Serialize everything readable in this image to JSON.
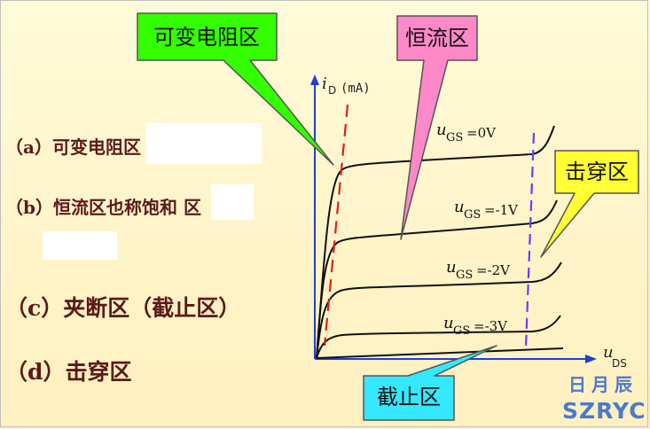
{
  "list": {
    "a": "（a）可变电阻区",
    "b": "（b）恒流区也称饱和 区",
    "c": "（c）夹断区（截止区）",
    "d": "（d）击穿区"
  },
  "callouts": {
    "variable_resistance": "可变电阻区",
    "constant_current": "恒流区",
    "breakdown": "击穿区",
    "cutoff": "截止区"
  },
  "axes": {
    "y_label": "i",
    "y_sub": "D",
    "y_unit": "(mA)",
    "x_label": "u",
    "x_sub": "DS"
  },
  "curves": [
    {
      "label": "u",
      "sub": "GS",
      "value": "=0V"
    },
    {
      "label": "u",
      "sub": "GS",
      "value": "=-1V"
    },
    {
      "label": "u",
      "sub": "GS",
      "value": "=-2V"
    },
    {
      "label": "u",
      "sub": "GS",
      "value": "=-3V"
    }
  ],
  "watermark": {
    "cn": "日月辰",
    "en": "SZRYC"
  },
  "colors": {
    "green": "#33ff00",
    "pink": "#ff88c8",
    "yellow": "#ffff33",
    "cyan": "#33e8ff",
    "text": "#5b1a1a",
    "axis_blue": "#1f3fd6",
    "red_dash": "#e01e1e",
    "purple_dash": "#6a3cff"
  }
}
